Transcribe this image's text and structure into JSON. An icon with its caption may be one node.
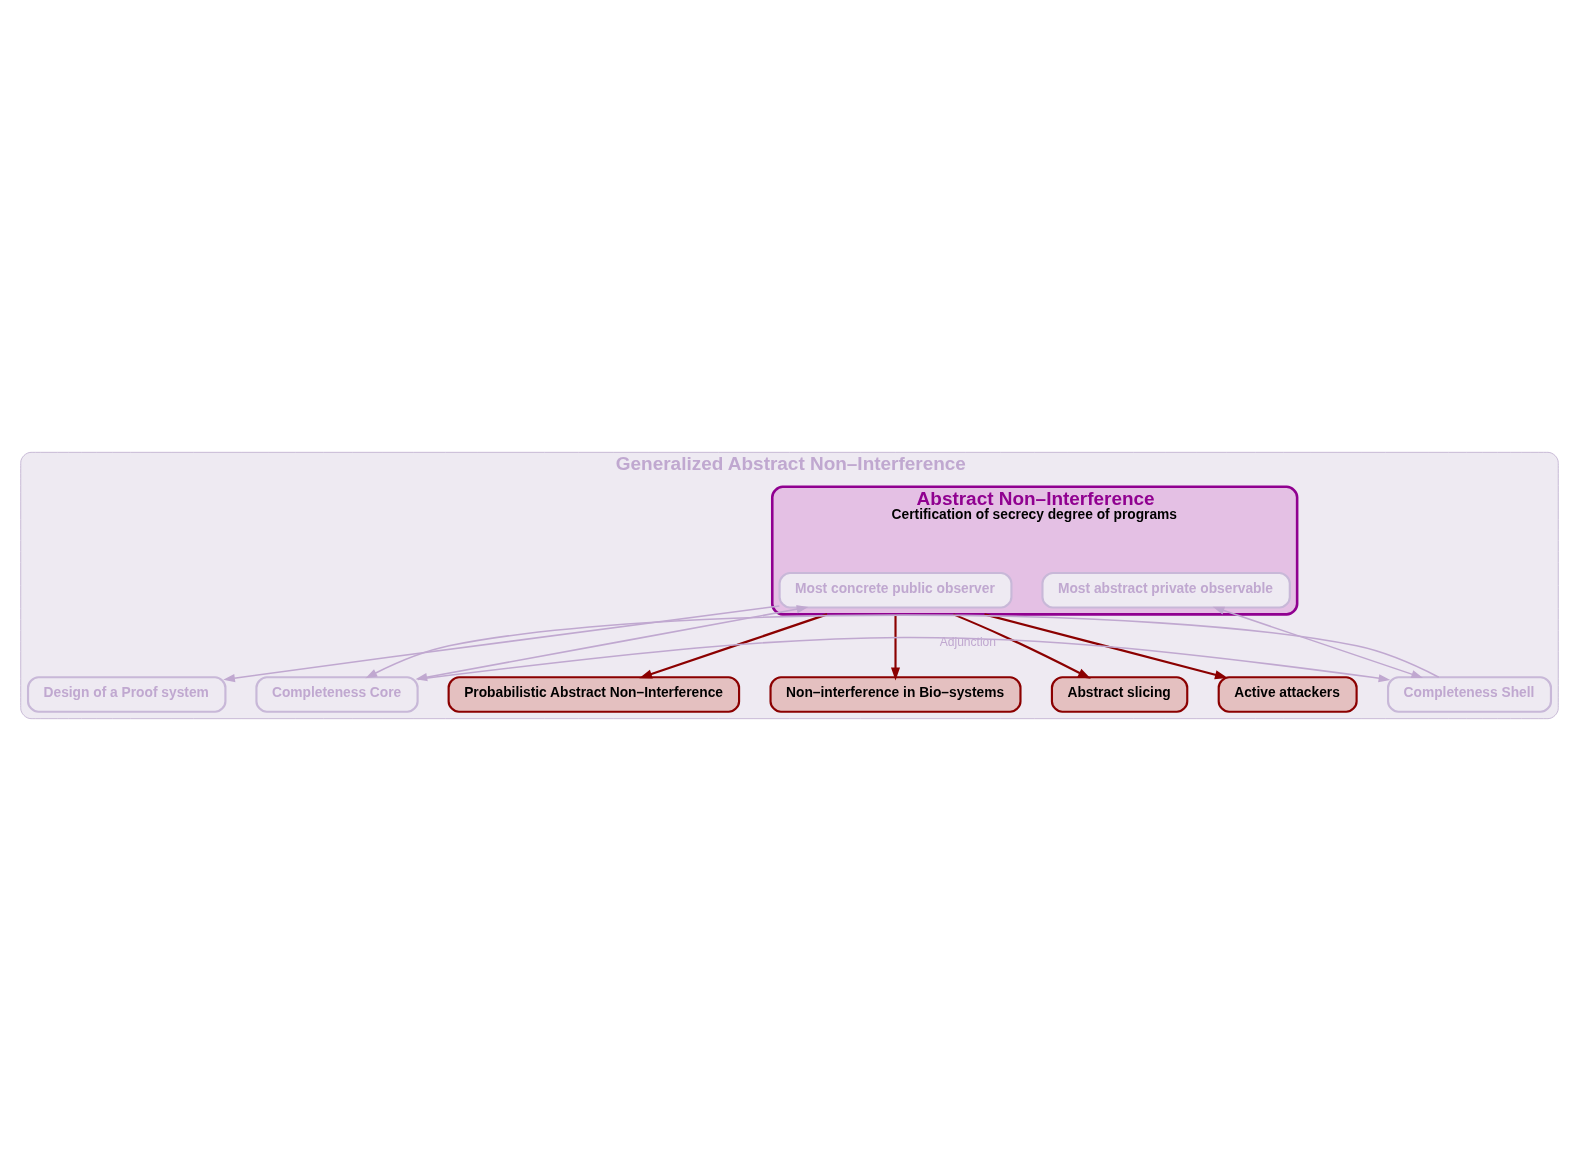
{
  "diagram": {
    "nodes": [
      {
        "text": [
          "Generalized Abstract Non–Interference"
        ]
      },
      {
        "text": [
          "Abstract Non–Interference",
          "Certification of secrecy degree of programs"
        ],
        "in": 0
      },
      {
        "text": [
          "Most concrete public observer"
        ],
        "in": 1
      },
      {
        "text": [
          "Most abstract private observable"
        ],
        "in": 1
      },
      {
        "text": [
          "Design of a Proof system"
        ],
        "in": 0
      },
      {
        "text": [
          "Completeness Core"
        ],
        "in": 0
      },
      {
        "text": [
          "Completeness Shell"
        ],
        "in": 0
      },
      {
        "text": [
          "Probabilistic Abstract Non–Interference"
        ],
        "in": 0
      },
      {
        "text": [
          "Non–interference in Bio–systems"
        ],
        "in": 0
      },
      {
        "text": [
          "Abstract slicing"
        ],
        "in": 0
      },
      {
        "text": [
          "Active attackers"
        ],
        "in": 0
      }
    ],
    "edges": [
      {
        "from": 2,
        "to": 4,
        "arrow": "to"
      },
      {
        "from": 2,
        "to": 5,
        "arrow": "both"
      },
      {
        "from": 3,
        "to": 6,
        "arrow": "both"
      },
      {
        "from": 5,
        "to": 6,
        "arrow": "to",
        "label": "Adjunction"
      },
      {
        "from": 6,
        "to": 5,
        "arrow": "to"
      },
      {
        "from": 1,
        "to": 7,
        "arrow": "to",
        "color": "#8b0000"
      },
      {
        "from": 1,
        "to": 8,
        "arrow": "to",
        "color": "#8b0000"
      },
      {
        "from": 1,
        "to": 9,
        "arrow": "to",
        "color": "#8b0000"
      },
      {
        "from": 1,
        "to": 10,
        "arrow": "to",
        "color": "#8b0000"
      }
    ]
  }
}
